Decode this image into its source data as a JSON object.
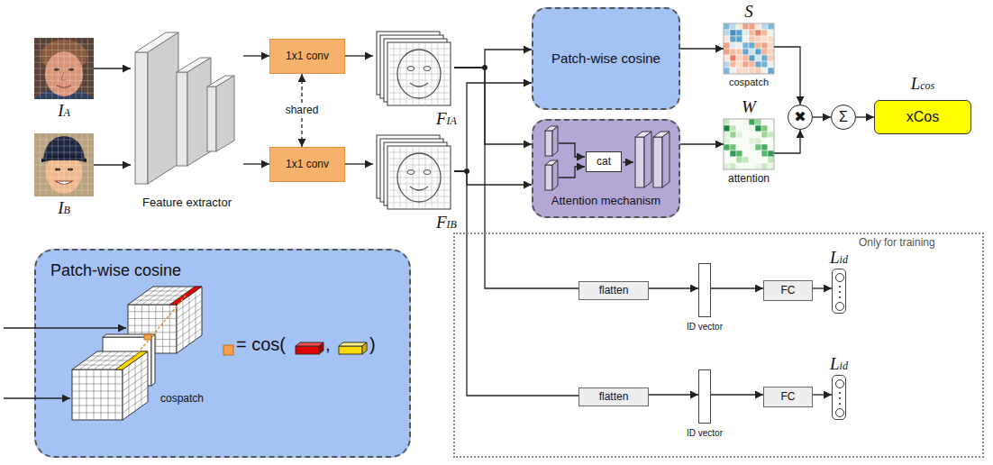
{
  "diagram": {
    "nodes": [
      {
        "text": [
          "IA"
        ]
      },
      {
        "text": [
          "IB"
        ]
      },
      {
        "text": [
          "Feature extractor"
        ]
      },
      {
        "text": [
          "1x1 conv"
        ]
      },
      {
        "text": [
          "1x1 conv"
        ]
      },
      {
        "text": [
          "FIA"
        ]
      },
      {
        "text": [
          "FIB"
        ]
      },
      {
        "text": [
          "Patch-wise cosine"
        ]
      },
      {
        "text": [
          "Attention mechanism"
        ]
      },
      {
        "text": [
          "cat"
        ],
        "in": 8
      },
      {
        "text": [
          "S",
          "cospatch"
        ]
      },
      {
        "text": [
          "W",
          "attention"
        ]
      },
      {
        "text": [
          "✖"
        ]
      },
      {
        "text": [
          "Σ"
        ]
      },
      {
        "text": [
          "Lcos",
          "xCos"
        ]
      },
      {
        "text": [
          "Only for training"
        ]
      },
      {
        "text": [
          "flatten"
        ],
        "in": 15
      },
      {
        "text": [
          "ID vector"
        ],
        "in": 15
      },
      {
        "text": [
          "FC"
        ],
        "in": 15
      },
      {
        "text": [
          "Lid"
        ],
        "in": 15
      },
      {
        "text": [
          "flatten"
        ],
        "in": 15
      },
      {
        "text": [
          "ID vector"
        ],
        "in": 15
      },
      {
        "text": [
          "FC"
        ],
        "in": 15
      },
      {
        "text": [
          "Lid"
        ],
        "in": 15
      },
      {
        "text": [
          "Patch-wise cosine"
        ]
      }
    ],
    "edges": [
      {
        "from": 0,
        "to": 2,
        "arrow": "to"
      },
      {
        "from": 1,
        "to": 2,
        "arrow": "to"
      },
      {
        "from": 2,
        "to": 3,
        "arrow": "to"
      },
      {
        "from": 2,
        "to": 4,
        "arrow": "to"
      },
      {
        "from": 3,
        "to": 5,
        "arrow": "to"
      },
      {
        "from": 4,
        "to": 6,
        "arrow": "to"
      },
      {
        "from": 3,
        "to": 4,
        "label": "shared",
        "arrow": "both"
      },
      {
        "from": 5,
        "to": 7,
        "arrow": "to"
      },
      {
        "from": 6,
        "to": 7,
        "arrow": "to"
      },
      {
        "from": 5,
        "to": 8,
        "arrow": "to"
      },
      {
        "from": 6,
        "to": 8,
        "arrow": "to"
      },
      {
        "from": 5,
        "to": 16,
        "arrow": "none"
      },
      {
        "from": 6,
        "to": 20,
        "arrow": "none"
      },
      {
        "from": 7,
        "to": 10,
        "arrow": "to"
      },
      {
        "from": 8,
        "to": 11,
        "arrow": "to"
      },
      {
        "from": 10,
        "to": 12,
        "arrow": "to"
      },
      {
        "from": 11,
        "to": 12,
        "arrow": "to"
      },
      {
        "from": 12,
        "to": 13,
        "arrow": "to"
      },
      {
        "from": 13,
        "to": 14,
        "arrow": "to"
      },
      {
        "from": 16,
        "to": 17,
        "arrow": "to"
      },
      {
        "from": 17,
        "to": 18,
        "arrow": "to"
      },
      {
        "from": 18,
        "to": 19,
        "arrow": "to"
      },
      {
        "from": 20,
        "to": 21,
        "arrow": "to"
      },
      {
        "from": 21,
        "to": 22,
        "arrow": "to"
      },
      {
        "from": 22,
        "to": 23,
        "arrow": "to"
      }
    ],
    "labels": [
      "cospatch",
      "= cos(",
      ",",
      ")"
    ]
  }
}
